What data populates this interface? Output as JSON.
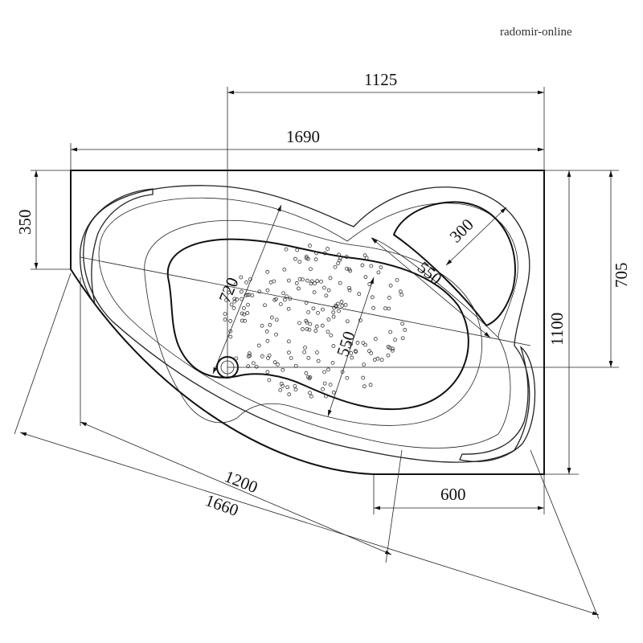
{
  "watermark": "radomir-online",
  "dimensions": {
    "top_partial": "1125",
    "top_full": "1690",
    "left_short": "350",
    "right_inner": "705",
    "right_full": "1100",
    "bowl_length": "720",
    "bowl_width": "550",
    "seat_length": "550",
    "seat_width": "300",
    "diag_inner": "1200",
    "diag_full": "1660",
    "bottom_short": "600"
  }
}
